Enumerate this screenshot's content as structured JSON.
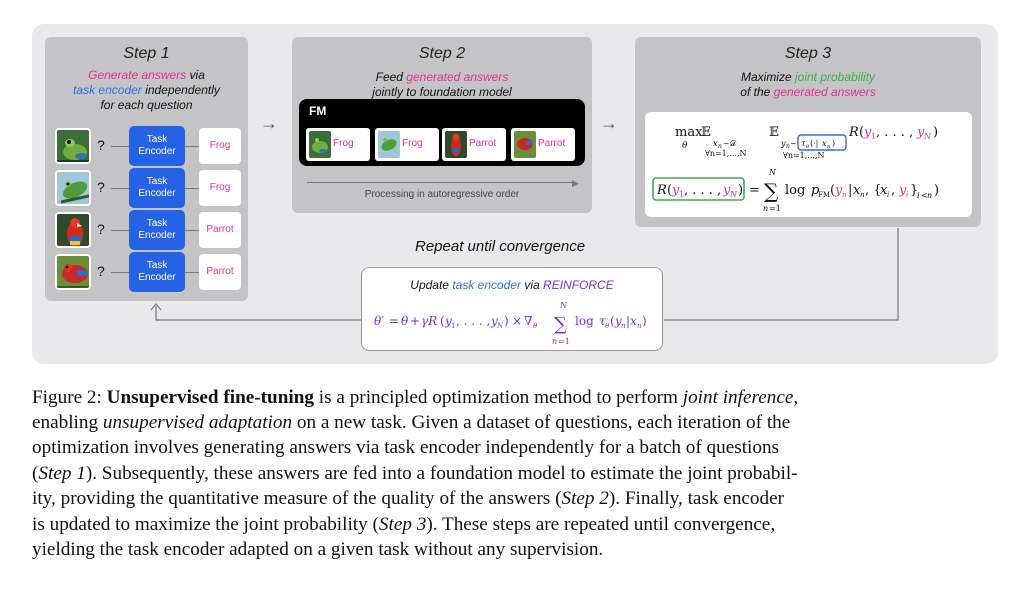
{
  "step1": {
    "title": "Step 1",
    "desc_line1_pink": "Generate answers",
    "desc_line1_rest": " via",
    "desc_line2_blue": "task encoder",
    "desc_line2_rest": " independently",
    "desc_line3": "for each question",
    "question_mark": "?",
    "encoder_label_1": "Task",
    "encoder_label_2": "Encoder",
    "answers": [
      "Frog",
      "Frog",
      "Parrot",
      "Parrot"
    ]
  },
  "step2": {
    "title": "Step 2",
    "desc_line1_pre": "Feed ",
    "desc_line1_pink": "generated answers",
    "desc_line2": "jointly to foundation model",
    "fm_label": "FM",
    "items": [
      "Frog",
      "Frog",
      "Parrot",
      "Parrot"
    ],
    "process_label": "Processing in autoregressive order"
  },
  "step3": {
    "title": "Step 3",
    "desc_line1_pre": "Maximize ",
    "desc_line1_green": "joint probability",
    "desc_line2_pre": "of the ",
    "desc_line2_pink": "generated answers"
  },
  "repeat_label": "Repeat until convergence",
  "update": {
    "pre": "Update ",
    "blue": "task encoder",
    "mid": " via ",
    "purple": "REINFORCE"
  },
  "caption_lines": [
    [
      {
        "t": "Figure 2: ",
        "s": ""
      },
      {
        "t": "Unsupervised fine-tuning",
        "s": "b"
      },
      {
        "t": " is a principled optimization method to perform ",
        "s": ""
      },
      {
        "t": "joint inference",
        "s": "i"
      },
      {
        "t": ",",
        "s": ""
      }
    ],
    [
      {
        "t": "enabling ",
        "s": ""
      },
      {
        "t": "unsupervised adaptation",
        "s": "i"
      },
      {
        "t": " on a new task. Given a dataset of questions, each iteration of the",
        "s": ""
      }
    ],
    [
      {
        "t": "optimization involves generating answers via task encoder independently for a batch of questions",
        "s": ""
      }
    ],
    [
      {
        "t": "(",
        "s": ""
      },
      {
        "t": "Step 1",
        "s": "i"
      },
      {
        "t": "). Subsequently, these answers are fed into a foundation model to estimate the joint probabil-",
        "s": ""
      }
    ],
    [
      {
        "t": "ity, providing the quantitative measure of the quality of the answers (",
        "s": ""
      },
      {
        "t": "Step 2",
        "s": "i"
      },
      {
        "t": "). Finally, task encoder",
        "s": ""
      }
    ],
    [
      {
        "t": "is updated to maximize the joint probability (",
        "s": ""
      },
      {
        "t": "Step 3",
        "s": "i"
      },
      {
        "t": "). These steps are repeated until convergence,",
        "s": ""
      }
    ],
    [
      {
        "t": "yielding the task encoder adapted on a given task without any supervision.",
        "s": ""
      }
    ]
  ],
  "colors": {
    "pink": "#e0329a",
    "blue": "#2f6fe0",
    "green": "#3cae4a",
    "purple": "#7b2fd6",
    "encoder": "#2562e6"
  },
  "icons": [
    "frog-image",
    "parrot-image",
    "right-arrow-icon",
    "return-arrow-icon"
  ]
}
